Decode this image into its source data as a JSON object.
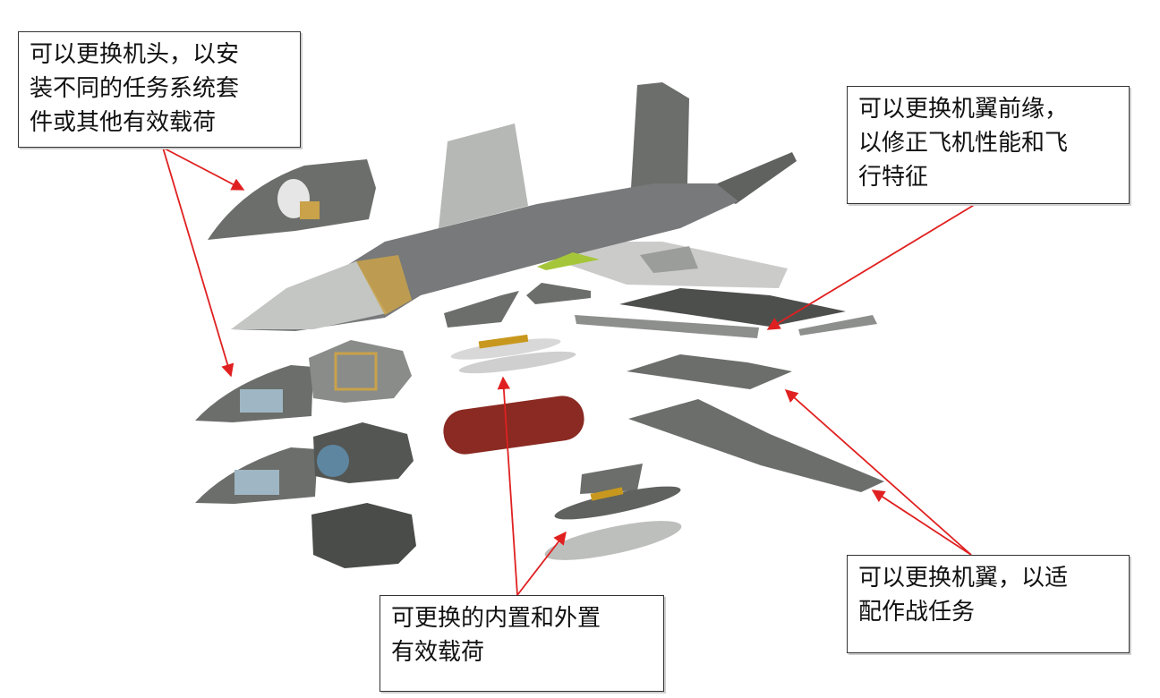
{
  "callouts": {
    "nose": "可以更换机头，以安\n装不同的任务系统套\n件或其他有效载荷",
    "leading_edge": "可以更换机翼前缘，\n以修正飞机性能和飞\n行特征",
    "payload": "可更换的内置和外置\n有效载荷",
    "wings": "可以更换机翼，以适\n配作战任务"
  },
  "colors": {
    "arrow": "#e02020",
    "airframe": "#6b6e6a",
    "panel_light": "#b9bbb8",
    "canopy": "#c9a24a",
    "green_panel": "#a6c63a",
    "fuel_pod": "#8a2a22",
    "payload_gold": "#c8981e"
  }
}
